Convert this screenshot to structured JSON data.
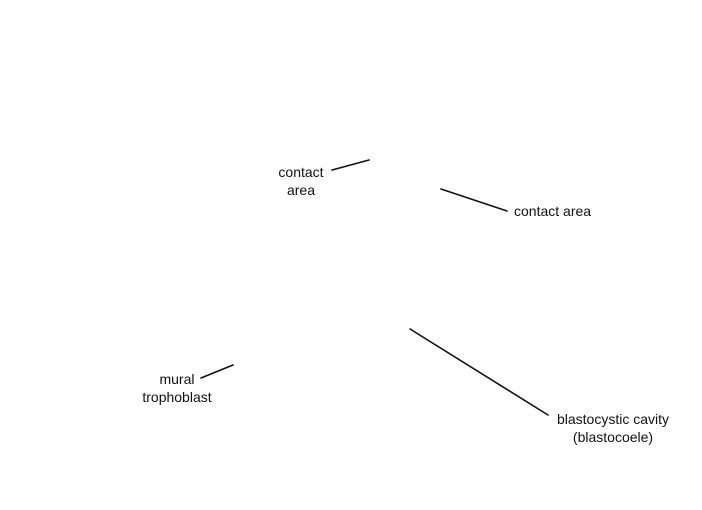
{
  "labels": {
    "contact_area_left": [
      "contact",
      "area"
    ],
    "contact_area_right": "contact area",
    "mural_trophoblast": [
      "mural",
      "trophoblast"
    ],
    "blastocystic_cavity": [
      "blastocystic cavity",
      "(blastocoele)"
    ]
  }
}
